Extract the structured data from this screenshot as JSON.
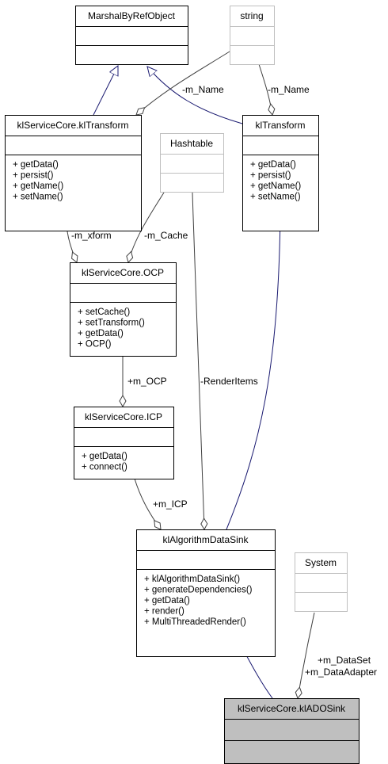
{
  "classes": [
    {
      "id": "marshal",
      "title": "MarshalByRefObject",
      "members": [],
      "external": false,
      "highlighted": false
    },
    {
      "id": "string",
      "title": "string",
      "members": [],
      "external": true,
      "highlighted": false
    },
    {
      "id": "svc_transform",
      "title": "klServiceCore.klTransform",
      "members": [
        "+ getData()",
        "+ persist()",
        "+ getName()",
        "+ setName()"
      ],
      "external": false,
      "highlighted": false
    },
    {
      "id": "hashtable",
      "title": "Hashtable",
      "members": [],
      "external": true,
      "highlighted": false
    },
    {
      "id": "ktransform",
      "title": "klTransform",
      "members": [
        "+ getData()",
        "+ persist()",
        "+ getName()",
        "+ setName()"
      ],
      "external": false,
      "highlighted": false
    },
    {
      "id": "ocp",
      "title": "klServiceCore.OCP",
      "members": [
        "+ setCache()",
        "+ setTransform()",
        "+ getData()",
        "+ OCP()"
      ],
      "external": false,
      "highlighted": false
    },
    {
      "id": "icp",
      "title": "klServiceCore.ICP",
      "members": [
        "+ getData()",
        "+ connect()"
      ],
      "external": false,
      "highlighted": false
    },
    {
      "id": "sink",
      "title": "klAlgorithmDataSink",
      "members": [
        "+ klAlgorithmDataSink()",
        "+ generateDependencies()",
        "+ getData()",
        "+ render()",
        "+ MultiThreadedRender()"
      ],
      "external": false,
      "highlighted": false
    },
    {
      "id": "system",
      "title": "System",
      "members": [],
      "external": true,
      "highlighted": false
    },
    {
      "id": "ado",
      "title": "klServiceCore.klADOSink",
      "members": [],
      "external": false,
      "highlighted": true
    }
  ],
  "edge_labels": {
    "svc_name": "-m_Name",
    "kt_name": "-m_Name",
    "xform": "-m_xform",
    "cache": "-m_Cache",
    "ocp": "+m_OCP",
    "render_items": "-RenderItems",
    "icp": "+m_ICP",
    "dataset": "+m_DataSet",
    "adapter": "+m_DataAdapter"
  },
  "colors": {
    "box_border": "#000000",
    "external_border": "#bfbfbf",
    "highlight_fill": "#bfbfbf",
    "inherit_edge": "#191970",
    "assoc_edge": "#404040"
  }
}
